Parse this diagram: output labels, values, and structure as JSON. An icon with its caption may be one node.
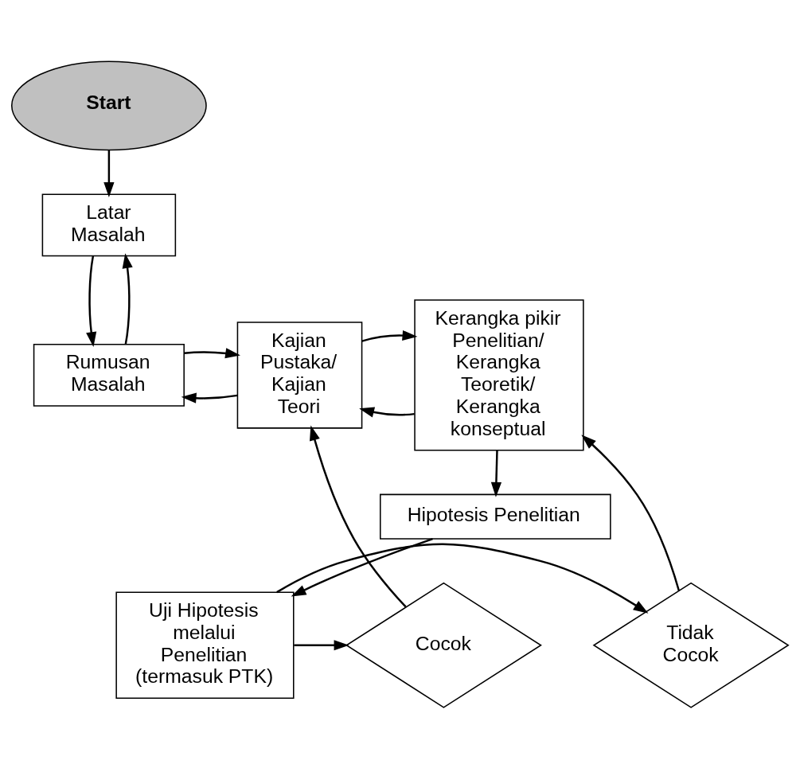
{
  "diagram": {
    "nodes": [
      {
        "text": [
          "Start"
        ]
      },
      {
        "text": [
          "Latar Masalah"
        ]
      },
      {
        "text": [
          "Rumusan Masalah"
        ]
      },
      {
        "text": [
          "Kajian Pustaka/ Kajian Teori"
        ]
      },
      {
        "text": [
          "Kerangka pikir Penelitian/ Kerangka Teoretik/ Kerangka konseptual"
        ]
      },
      {
        "text": [
          "Hipotesis Penelitian"
        ]
      },
      {
        "text": [
          "Uji Hipotesis melalui Penelitian (termasuk PTK)"
        ]
      },
      {
        "text": [
          "Cocok"
        ]
      },
      {
        "text": [
          "Tidak Cocok"
        ]
      }
    ],
    "edges": [
      {
        "from": 0,
        "to": 1,
        "arrow": "to"
      },
      {
        "from": 1,
        "to": 2,
        "arrow": "to"
      },
      {
        "from": 2,
        "to": 1,
        "arrow": "to"
      },
      {
        "from": 3,
        "to": 2,
        "arrow": "to"
      },
      {
        "from": 2,
        "to": 3,
        "arrow": "to"
      },
      {
        "from": 4,
        "to": 3,
        "arrow": "to"
      },
      {
        "from": 3,
        "to": 4,
        "arrow": "to"
      },
      {
        "from": 4,
        "to": 5,
        "arrow": "to"
      },
      {
        "from": 5,
        "to": 6,
        "arrow": "to"
      },
      {
        "from": 6,
        "to": 7,
        "arrow": "to"
      },
      {
        "from": 6,
        "to": 8,
        "arrow": "to"
      },
      {
        "from": 7,
        "to": 3,
        "arrow": "to"
      },
      {
        "from": 8,
        "to": 4,
        "arrow": "to"
      }
    ]
  }
}
